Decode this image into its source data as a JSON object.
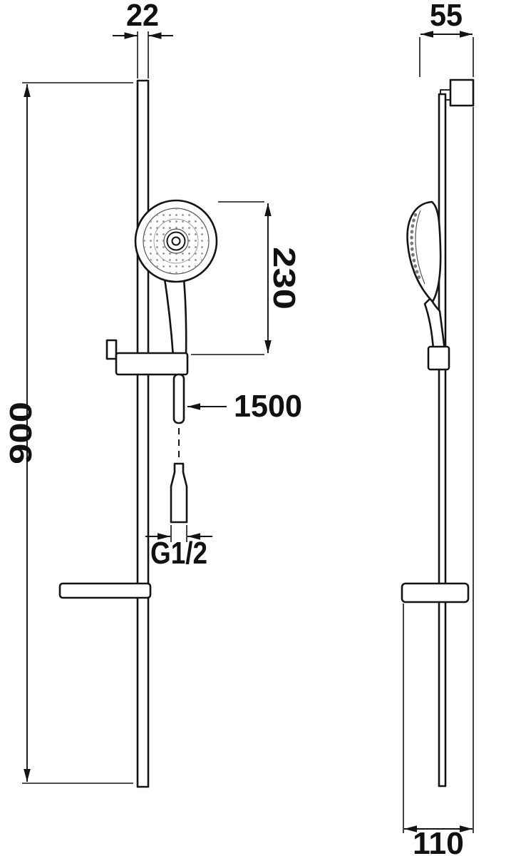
{
  "page": {
    "background": "#ffffff",
    "line_color": "#141414",
    "drawing_type": "shower-rail-set-technical-drawing"
  },
  "dimensions": {
    "rail_width_mm": "22",
    "wall_offset_mm": "55",
    "handset_length_mm": "230",
    "hose_length_mm": "1500",
    "connection_thread": "G1/2",
    "rail_height_mm": "900",
    "shelf_depth_mm": "110"
  }
}
